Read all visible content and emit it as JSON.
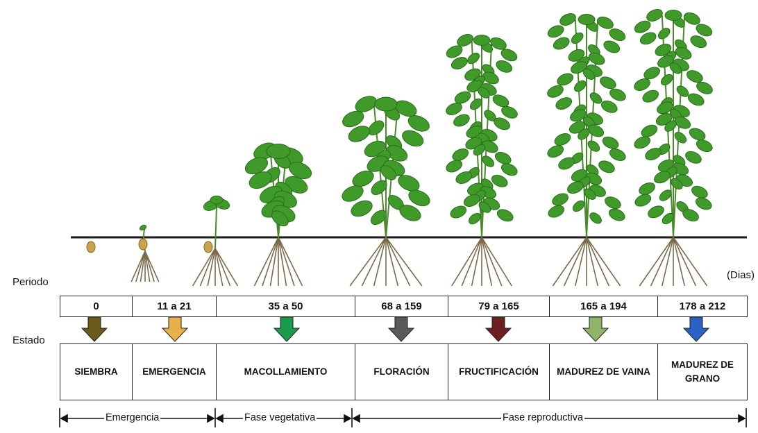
{
  "labels": {
    "periodo": "Periodo",
    "estado": "Estado",
    "unit": "(Dias)"
  },
  "stages": [
    {
      "period": "0",
      "state": "SIEMBRA",
      "arrow_color": "#6b5a1a"
    },
    {
      "period": "11 a 21",
      "state": "EMERGENCIA",
      "arrow_color": "#e8b04a"
    },
    {
      "period": "35 a 50",
      "state": "MACOLLAMIENTO",
      "arrow_color": "#1a9a4a"
    },
    {
      "period": "68 a 159",
      "state": "FLORACIÓN",
      "arrow_color": "#5a5a5a"
    },
    {
      "period": "79 a 165",
      "state": "FRUCTIFICACIÓN",
      "arrow_color": "#6e1f1f"
    },
    {
      "period": "165 a 194",
      "state": "MADUREZ DE VAINA",
      "arrow_color": "#8fb56a"
    },
    {
      "period": "178 a 212",
      "state": "MADUREZ DE GRANO",
      "arrow_color": "#2a62c8"
    }
  ],
  "phases": {
    "emergencia": "Emergencia",
    "vegetativa": "Fase vegetativa",
    "reproductiva": "Fase reproductiva"
  },
  "colors": {
    "leaf": "#3f9a2a",
    "leaf_dark": "#2a6e1c",
    "stem": "#4a8a2a",
    "root": "#7a6a4a",
    "seed": "#c9a24a",
    "soil_line": "#1a1a1a"
  }
}
